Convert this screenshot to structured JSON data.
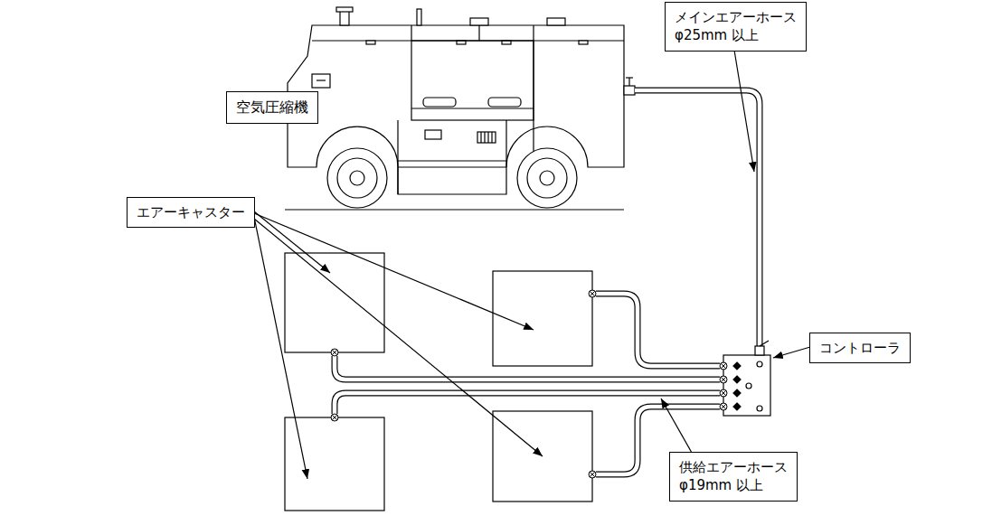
{
  "diagram": {
    "nodes": [
      {
        "text": [
          "メインエアーホース φ25mm 以上"
        ]
      },
      {
        "text": [
          "空気圧縮機"
        ]
      },
      {
        "text": [
          "エアーキャスター"
        ]
      },
      {
        "text": [
          "コントローラ"
        ]
      },
      {
        "text": [
          "供給エアーホース φ19mm 以上"
        ]
      }
    ]
  }
}
